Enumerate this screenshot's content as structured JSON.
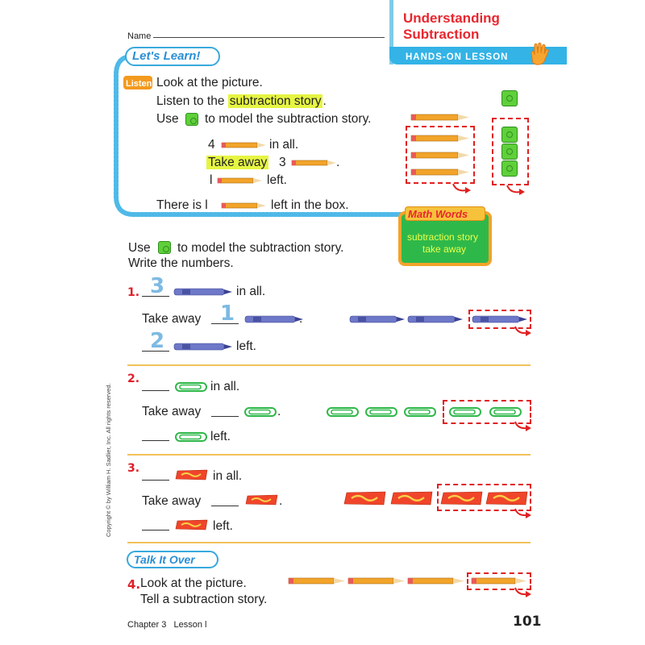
{
  "header": {
    "name_label": "Name",
    "title_line1": "Understanding",
    "title_line2": "Subtraction",
    "ribbon": "HANDS-ON LESSON"
  },
  "lets_learn": {
    "badge": "Let's Learn!",
    "listen_badge": "Listen",
    "line1": "Look at the picture.",
    "line2_prefix": "Listen to the",
    "line2_highlight": "subtraction story",
    "line2_suffix": ".",
    "line3_prefix": "Use",
    "line3_suffix": "to model the subtraction story.",
    "story_row1_num": "4",
    "story_row1_text": "in all.",
    "story_row2_highlight": "Take away",
    "story_row2_num": "3",
    "story_row2_suffix": ".",
    "story_row3_num": "l",
    "story_row3_text": "left.",
    "box_prefix": "There is l",
    "box_suffix": "left in the box."
  },
  "math_words": {
    "title": "Math Words",
    "word1": "subtraction story",
    "word2": "take away"
  },
  "instructions": {
    "line1_prefix": "Use",
    "line1_suffix": "to model the subtraction story.",
    "line2": "Write the numbers."
  },
  "problems": [
    {
      "number": "1.",
      "all_answer": "3",
      "all_text": "in all.",
      "take_prefix": "Take away",
      "take_answer": "1",
      "take_suffix": ".",
      "left_answer": "2",
      "left_text": "left."
    },
    {
      "number": "2.",
      "all_text": "in all.",
      "take_prefix": "Take away",
      "take_suffix": ".",
      "left_text": "left."
    },
    {
      "number": "3.",
      "all_text": "in all.",
      "take_prefix": "Take away",
      "take_suffix": ".",
      "left_text": "left."
    }
  ],
  "talk_it_over": {
    "badge": "Talk It Over",
    "number": "4.",
    "line1": "Look at the picture.",
    "line2": "Tell a subtraction story."
  },
  "footer": {
    "chapter": "Chapter 3   Lesson l",
    "page": "101",
    "copyright": "Copyright © by William H. Sadlier, Inc. All rights reserved."
  },
  "colors": {
    "title_red": "#e8262e",
    "ribbon_blue": "#33b3e6",
    "highlight": "#e6f542",
    "dash_red": "#e02020",
    "rule_gold": "#f1c15a",
    "math_words_green": "#2fb84a"
  }
}
